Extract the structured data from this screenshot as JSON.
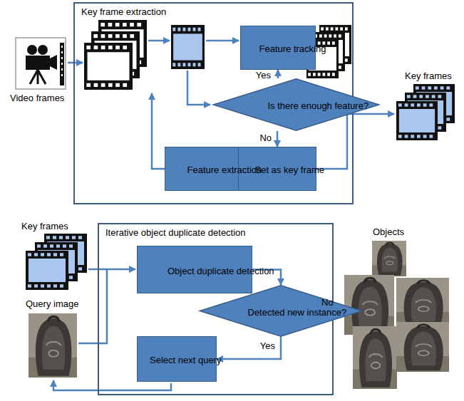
{
  "diagram": {
    "nodes": [
      {
        "text": [
          "Key frame extraction"
        ]
      },
      {
        "text": [
          "Feature tracking"
        ],
        "in": 0
      },
      {
        "text": [
          "Is there enough feature?"
        ],
        "in": 0
      },
      {
        "text": [
          "Feature extraction"
        ],
        "in": 0
      },
      {
        "text": [
          "Set as key frame"
        ],
        "in": 0
      },
      {
        "text": [
          "Iterative object duplicate detection"
        ]
      },
      {
        "text": [
          "Object duplicate detection"
        ],
        "in": 5
      },
      {
        "text": [
          "Detected new instance?"
        ],
        "in": 5
      },
      {
        "text": [
          "Select next query"
        ],
        "in": 5
      }
    ],
    "edges": [
      {
        "from": 2,
        "to": 1,
        "arrow": "to",
        "label": "Yes"
      },
      {
        "from": 2,
        "to": 4,
        "arrow": "to",
        "label": "No"
      },
      {
        "from": 4,
        "to": 3,
        "arrow": "to"
      },
      {
        "from": 6,
        "to": 7,
        "arrow": "to"
      },
      {
        "from": 7,
        "to": 8,
        "arrow": "to",
        "label": "Yes"
      }
    ],
    "labels": [
      "Video frames",
      "Key frames",
      "Key frames",
      "Query image",
      "Objects",
      "No"
    ]
  }
}
